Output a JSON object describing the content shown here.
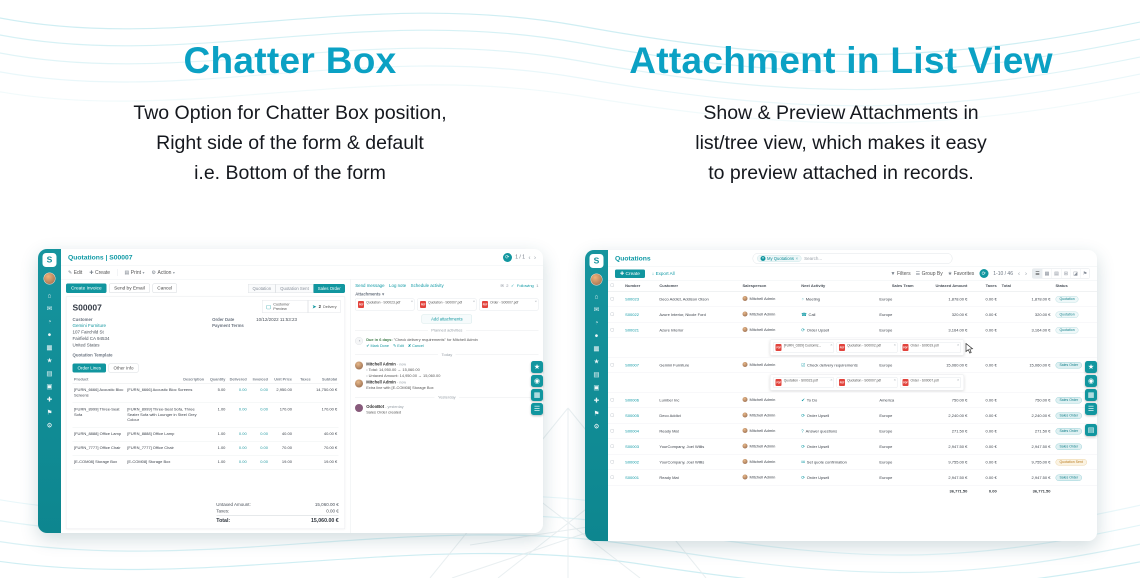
{
  "colors": {
    "heading_teal": "#0ba1c4",
    "accent_teal": "#11969f",
    "sidebar_teal": "#0f8f9a",
    "pdf_red": "#e2433c",
    "bot_purple": "#875a7b",
    "badge_sent_orange": "#b97a1c"
  },
  "logo_letter": "S",
  "icons": {
    "edit": "✎",
    "create": "✚",
    "print": "▤",
    "action": "⚙",
    "refresh": "⟳",
    "prev": "‹",
    "next": "›",
    "dropdown": "▾",
    "monitor": "▢",
    "truck": "➤",
    "attach": "✉",
    "following_check": "✓",
    "clock": "◔",
    "done": "✔",
    "cancel_x": "✘",
    "funnel": "▼",
    "remove": "×",
    "download": "↓",
    "filters": "▼",
    "group_by": "☰",
    "favorites": "★",
    "pdf": "PDF"
  },
  "sidebar_icons": [
    {
      "name": "home",
      "glyph": "⌂"
    },
    {
      "name": "discuss",
      "glyph": "✉"
    },
    {
      "name": "calendar",
      "glyph": "◔"
    },
    {
      "name": "contacts",
      "glyph": "●"
    },
    {
      "name": "crm",
      "glyph": "▦"
    },
    {
      "name": "sales",
      "glyph": "★"
    },
    {
      "name": "dashboard",
      "glyph": "▤"
    },
    {
      "name": "inventory",
      "glyph": "▣"
    },
    {
      "name": "accounting",
      "glyph": "✚"
    },
    {
      "name": "website",
      "glyph": "⚑"
    },
    {
      "name": "settings",
      "glyph": "⚙"
    }
  ],
  "float_tools": [
    {
      "name": "star",
      "glyph": "★"
    },
    {
      "name": "zoom",
      "glyph": "◉"
    },
    {
      "name": "apps",
      "glyph": "▦"
    },
    {
      "name": "menu",
      "glyph": "☰"
    }
  ],
  "float_tools_extra": {
    "name": "panel",
    "glyph": "▤"
  },
  "left_section": {
    "title": "Chatter Box",
    "description": [
      "Two Option for Chatter Box position,",
      "Right side of the form & default",
      "i.e. Bottom of the form"
    ],
    "app": {
      "breadcrumb": "Quotations | S00007",
      "pager": "1 / 1",
      "toolbar": {
        "edit": "Edit",
        "create": "Create",
        "print": "Print",
        "action": "Action"
      },
      "buttons": {
        "create_invoice": "Create Invoice",
        "send_by_email": "Send by Email",
        "cancel": "Cancel"
      },
      "statusbar": [
        {
          "label": "Quotation"
        },
        {
          "label": "Quotation Sent"
        },
        {
          "label": "Sales Order",
          "active": "active"
        }
      ],
      "smart": {
        "preview_label": "Customer Preview",
        "delivery_count": "2",
        "delivery_label": "Delivery"
      },
      "record": {
        "name": "S00007",
        "customer_label": "Customer",
        "customer_name": "Gemini Furniture",
        "customer_address": [
          "107 Fairchild St",
          "Fairfield CA 94534",
          "United States"
        ],
        "order_date_label": "Order Date",
        "order_date": "10/12/2022 11:53:23",
        "payment_terms_label": "Payment Terms",
        "quotation_template_label": "Quotation Template"
      },
      "tabs": [
        {
          "label": "Order Lines",
          "active": "active"
        },
        {
          "label": "Other Info"
        }
      ],
      "lines": {
        "headers": [
          "Product",
          "Description",
          "Quantity",
          "Delivered",
          "Invoiced",
          "Unit Price",
          "Taxes",
          "Subtotal"
        ],
        "rows": [
          [
            "[FURN_6666] Acoustic Bloc Screens",
            "[FURN_6666] Acoustic Bloc Screens",
            "5.00",
            "0.00",
            "0.00",
            "2,950.00",
            "",
            "14,750.00 €"
          ],
          [
            "[FURN_8999] Three-Seat Sofa",
            "[FURN_8999] Three-Seat Sofa, Three Seater Sofa with Lounger in Steel Grey Colour",
            "1.00",
            "0.00",
            "0.00",
            "170.00",
            "",
            "170.00 €"
          ],
          [
            "[FURN_8888] Office Lamp",
            "[FURN_8888] Office Lamp",
            "1.00",
            "0.00",
            "0.00",
            "40.00",
            "",
            "40.00 €"
          ],
          [
            "[FURN_7777] Office Chair",
            "[FURN_7777] Office Chair",
            "1.00",
            "0.00",
            "0.00",
            "70.00",
            "",
            "70.00 €"
          ],
          [
            "[E-COM08] Storage Box",
            "[E-COM08] Storage Box",
            "1.00",
            "0.00",
            "0.00",
            "19.00",
            "",
            "19.00 €"
          ]
        ]
      },
      "totals": {
        "untaxed_label": "Untaxed Amount:",
        "untaxed": "15,060.00 €",
        "taxes_label": "Taxes:",
        "taxes": "0.00 €",
        "total_label": "Total:",
        "total": "15,060.00 €"
      },
      "chatter": {
        "send_message": "Send message",
        "log_note": "Log note",
        "schedule_activity": "Schedule activity",
        "attach_count": "2",
        "following": "Following",
        "follower_count": "1",
        "attachments_label": "Attachments",
        "files": [
          "Quotation - S00023.pdf",
          "Quotation - S00007.pdf",
          "Order - S00007.pdf"
        ],
        "add_attachments": "Add attachments",
        "planned_activities": "Planned activities",
        "activity": {
          "due": "Due in 6 days:",
          "summary": "\"Check delivery requirements\"",
          "assignee": "for Mitchell Admin",
          "mark_done": "Mark Done",
          "edit": "Edit",
          "cancel": "Cancel"
        },
        "today_label": "Today",
        "today_messages": [
          {
            "author": "Mitchell Admin",
            "meta": "- now",
            "avatar": "av-photo",
            "style": "bullet-lines",
            "lines": [
              "Total: 14,950.00 → 15,060.00",
              "Untaxed Amount: 14,950.00 → 15,060.00"
            ]
          },
          {
            "author": "Mitchell Admin",
            "meta": "- now",
            "avatar": "av-photo",
            "style": "plain-lines",
            "lines": [
              "Extra line with [E-COM08] Storage Box"
            ]
          }
        ],
        "yesterday_label": "Yesterday",
        "yesterday_messages": [
          {
            "author": "OdooBot",
            "meta": "- yesterday",
            "avatar": "av-bot",
            "style": "plain-lines",
            "lines": [
              "Sales Order created"
            ]
          }
        ]
      }
    }
  },
  "right_section": {
    "title": "Attachment in List View",
    "description": [
      "Show & Preview Attachments in",
      "list/tree view, which makes it easy",
      "to preview attached in records."
    ],
    "app": {
      "breadcrumb": "Quotations",
      "search": {
        "facet": "My Quotations",
        "placeholder": "Search..."
      },
      "create_label": "Create",
      "export_label": "Export All",
      "filters_label": "Filters",
      "group_by_label": "Group By",
      "favorites_label": "Favorites",
      "pager": "1-10 / 46",
      "headers": [
        "Number",
        "Customer",
        "Salesperson",
        "Next Activity",
        "Sales Team",
        "Untaxed Amount",
        "Taxes",
        "Total",
        "Status"
      ],
      "view_switcher": [
        {
          "name": "list",
          "glyph": "☰",
          "active": "active"
        },
        {
          "name": "kanban",
          "glyph": "▦"
        },
        {
          "name": "calendar",
          "glyph": "▤"
        },
        {
          "name": "pivot",
          "glyph": "⊞"
        },
        {
          "name": "graph",
          "glyph": "◪"
        },
        {
          "name": "map",
          "glyph": "⚑"
        }
      ],
      "rows_top": [
        {
          "number": "S00023",
          "customer": "Deco Addict, Addison Olson",
          "salesperson": "Mitchell Admin",
          "activity_icon": "◔",
          "activity": "Meeting",
          "team": "Europe",
          "untaxed": "1,878.00 €",
          "taxes": "0.00 €",
          "total": "1,878.00 €",
          "status": "Quotation"
        },
        {
          "number": "S00022",
          "customer": "Azure Interior, Nicole Ford",
          "salesperson": "Mitchell Admin",
          "activity_icon": "☎",
          "activity": "Call",
          "team": "Europe",
          "untaxed": "320.00 €",
          "taxes": "0.00 €",
          "total": "320.00 €",
          "status": "Quotation"
        },
        {
          "number": "S00021",
          "customer": "Azure Interior",
          "salesperson": "Mitchell Admin",
          "activity_icon": "⟳",
          "activity": "Order Upsell",
          "team": "Europe",
          "untaxed": "3,164.00 €",
          "taxes": "0.00 €",
          "total": "3,164.00 €",
          "status": "Quotation"
        }
      ],
      "strip1": {
        "files": [
          "[FURN_0269] Customiz...",
          "Quotation - S00002.pdf",
          "Order - S00019.pdf"
        ]
      },
      "rows_mid": [
        {
          "number": "S00007",
          "customer": "Gemini Furniture",
          "salesperson": "Mitchell Admin",
          "activity_icon": "☑",
          "activity": "Check delivery requirements",
          "team": "Europe",
          "untaxed": "15,060.00 €",
          "taxes": "0.00 €",
          "total": "15,060.00 €",
          "status": "Sales Order"
        }
      ],
      "strip2": {
        "files": [
          "Quotation - S00023.pdf",
          "Quotation - S00007.pdf",
          "Order - S00007.pdf"
        ]
      },
      "rows_bottom": [
        {
          "number": "S00006",
          "customer": "Lumber Inc",
          "salesperson": "Mitchell Admin",
          "activity_icon": "✔",
          "activity": "To Do",
          "team": "America",
          "untaxed": "750.00 €",
          "taxes": "0.00 €",
          "total": "750.00 €",
          "status": "Sales Order"
        },
        {
          "number": "S00005",
          "customer": "Deco Addict",
          "salesperson": "Mitchell Admin",
          "activity_icon": "⟳",
          "activity": "Order Upsell",
          "team": "Europe",
          "untaxed": "2,240.00 €",
          "taxes": "0.00 €",
          "total": "2,240.00 €",
          "status": "Sales Order"
        },
        {
          "number": "S00004",
          "customer": "Ready Mat",
          "salesperson": "Mitchell Admin",
          "activity_icon": "?",
          "activity": "Answer questions",
          "team": "Europe",
          "untaxed": "271.50 €",
          "taxes": "0.00 €",
          "total": "271.50 €",
          "status": "Sales Order"
        },
        {
          "number": "S00003",
          "customer": "YourCompany, Joel Willis",
          "salesperson": "Mitchell Admin",
          "activity_icon": "⟳",
          "activity": "Order Upsell",
          "team": "Europe",
          "untaxed": "2,947.50 €",
          "taxes": "0.00 €",
          "total": "2,947.50 €",
          "status": "Sales Order"
        },
        {
          "number": "S00002",
          "customer": "YourCompany, Joel Willis",
          "salesperson": "Mitchell Admin",
          "activity_icon": "✉",
          "activity": "Set quote confirmation",
          "team": "Europe",
          "untaxed": "9,755.00 €",
          "taxes": "0.00 €",
          "total": "9,755.00 €",
          "status": "Quotation Sent"
        },
        {
          "number": "S00001",
          "customer": "Ready Mat",
          "salesperson": "Mitchell Admin",
          "activity_icon": "⟳",
          "activity": "Order Upsell",
          "team": "Europe",
          "untaxed": "2,947.50 €",
          "taxes": "0.00 €",
          "total": "2,947.50 €",
          "status": "Sales Order"
        }
      ],
      "footer": {
        "untaxed": "36,771.50",
        "taxes": "0.00",
        "total": "36,771.50"
      }
    }
  }
}
